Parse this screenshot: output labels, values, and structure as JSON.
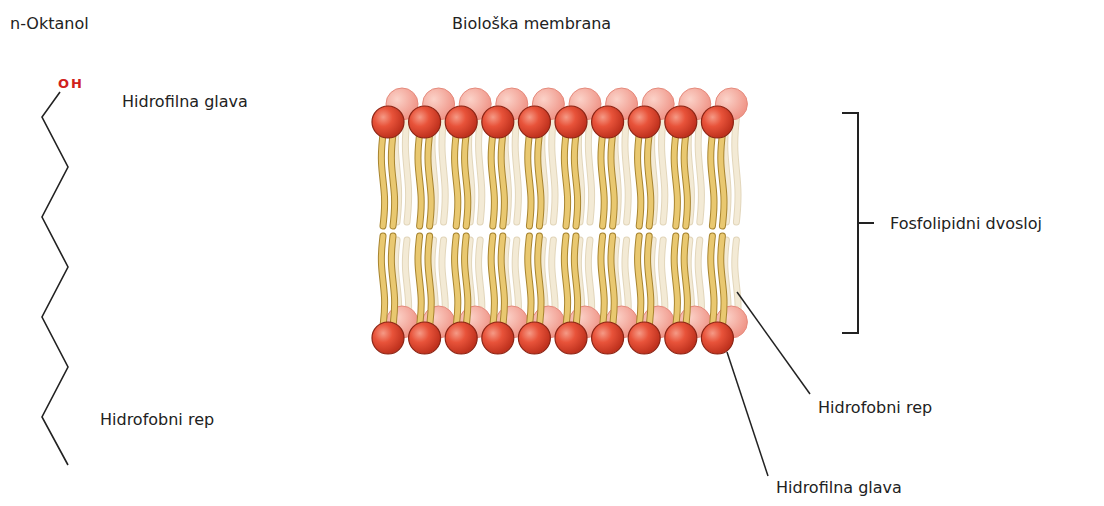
{
  "diagram": {
    "labels": [
      "n-Oktanol",
      "Biološka membrana",
      "OH",
      "Hidrofilna glava",
      "Fosfolipidni dvosloj",
      "Hidrofobni rep",
      "Hidrofobni rep",
      "Hidrofilna glava"
    ]
  }
}
